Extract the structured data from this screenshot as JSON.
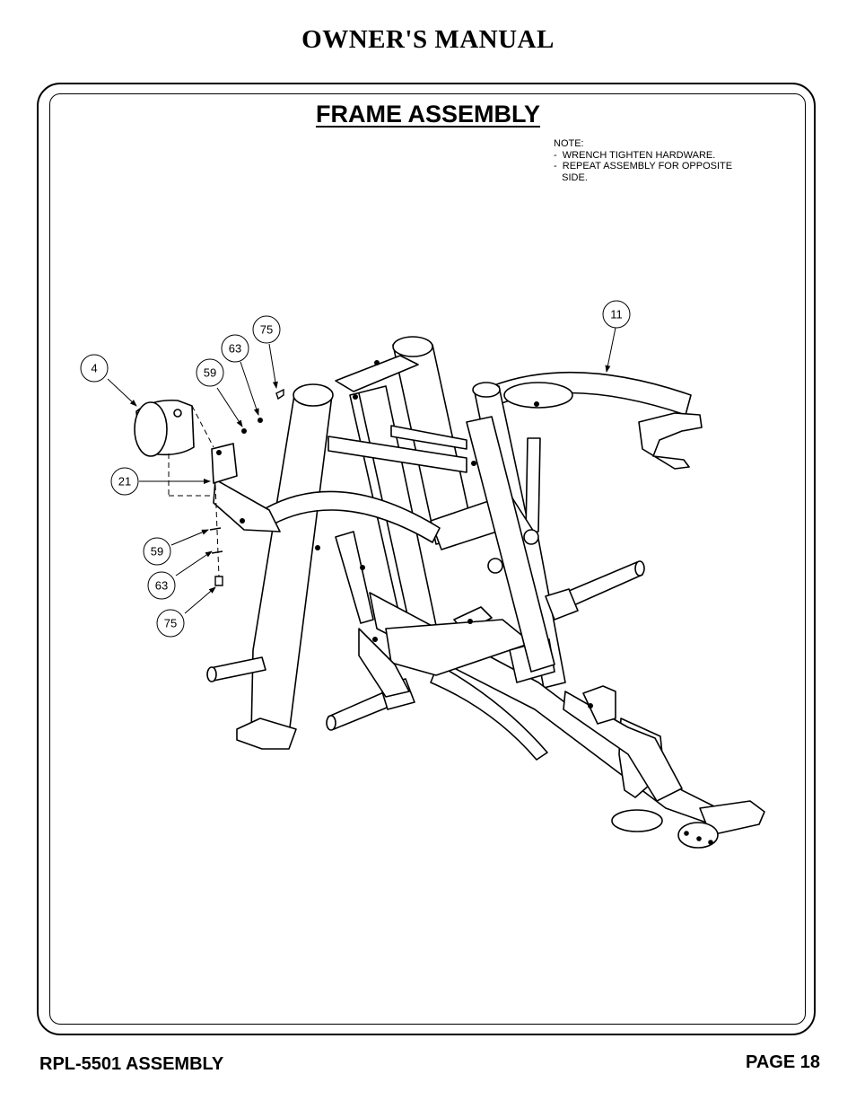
{
  "header": {
    "title": "OWNER'S MANUAL"
  },
  "section": {
    "title": "FRAME ASSEMBLY"
  },
  "note": {
    "lines": [
      "NOTE:",
      "-  WRENCH TIGHTEN HARDWARE.",
      "-  REPEAT ASSEMBLY FOR OPPOSITE",
      "   SIDE."
    ]
  },
  "callouts": {
    "c4": "4",
    "c75_top": "75",
    "c63_top": "63",
    "c59_top": "59",
    "c11": "11",
    "c21": "21",
    "c59_bottom": "59",
    "c63_bottom": "63",
    "c75_bottom": "75"
  },
  "footer": {
    "left": "RPL-5501 ASSEMBLY",
    "right": "PAGE 18"
  }
}
